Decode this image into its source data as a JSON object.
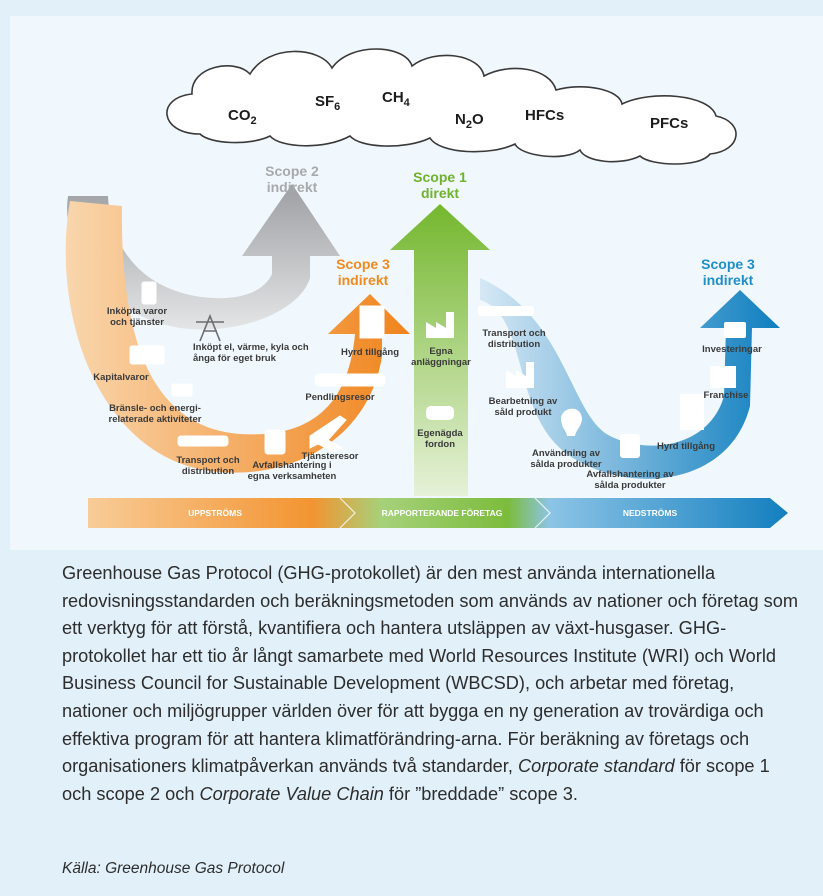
{
  "gases": {
    "co2": {
      "base": "CO",
      "sub": "2"
    },
    "sf6": {
      "base": "SF",
      "sub": "6"
    },
    "ch4": {
      "base": "CH",
      "sub": "4"
    },
    "n2o": {
      "base": "N",
      "sub": "2",
      "tail": "O"
    },
    "hfcs": "HFCs",
    "pfcs": "PFCs"
  },
  "scopes": {
    "scope2": {
      "line1": "Scope 2",
      "line2": "indirekt"
    },
    "scope1": {
      "line1": "Scope 1",
      "line2": "direkt"
    },
    "scope3_up": {
      "line1": "Scope 3",
      "line2": "indirekt"
    },
    "scope3_down": {
      "line1": "Scope 3",
      "line2": "indirekt"
    }
  },
  "upstream_items": {
    "purchased": [
      "Inköpta varor",
      "och tjänster"
    ],
    "energy": [
      "Inköpt el, värme, kyla och",
      "ånga för eget bruk"
    ],
    "capital": "Kapitalvaror",
    "fuel": [
      "Bränsle- och energi-",
      "relaterade aktiviteter"
    ],
    "transport": [
      "Transport och",
      "distribution"
    ],
    "waste": [
      "Avfallshantering i",
      "egna verksamheten"
    ],
    "business_travel": "Tjänsteresor",
    "commuting": "Pendlingsresor",
    "leased": "Hyrd tillgång"
  },
  "company_items": {
    "facilities": [
      "Egna",
      "anläggningar"
    ],
    "vehicles": [
      "Egenägda",
      "fordon"
    ]
  },
  "downstream_items": {
    "transport": [
      "Transport och",
      "distribution"
    ],
    "processing": [
      "Bearbetning av",
      "såld produkt"
    ],
    "use": [
      "Användning av",
      "sålda produkter"
    ],
    "eol": [
      "Avfallshantering av",
      "sålda produkter"
    ],
    "leased": "Hyrd tillgång",
    "franchise": "Franchise",
    "investments": "Investeringar"
  },
  "bottom_bar": {
    "upstream": "UPPSTRÖMS",
    "company": "RAPPORTERANDE FÖRETAG",
    "downstream": "NEDSTRÖMS"
  },
  "colors": {
    "orange": "#f39431",
    "green": "#7cbc3c",
    "blue": "#1f8fc6",
    "grey": "#a7a9ac",
    "background": "#e1f0f9"
  },
  "caption": {
    "part1": "Greenhouse Gas Protocol (GHG-protokollet) är den mest använda internationella redovisningsstandarden och beräkningsmetoden som används av nationer och företag som ett verktyg för att förstå, kvantifiera och hantera utsläppen av växt-husgaser. GHG-protokollet har ett tio år långt samarbete med World Resources Institute (WRI) och World Business Council for Sustainable Development (WBCSD), och arbetar med företag, nationer och miljögrupper världen över för att bygga en ny generation av trovärdiga och effektiva program för att hantera klimatförändring-arna. För beräkning av företags och organisationers klimatpåverkan används två standarder, ",
    "italic1": "Corporate standard",
    "part2": " för scope 1 och scope 2 och ",
    "italic2": "Corporate Value Chain",
    "part3": " för ”breddade” scope 3."
  },
  "source": "Källa: Greenhouse Gas Protocol"
}
